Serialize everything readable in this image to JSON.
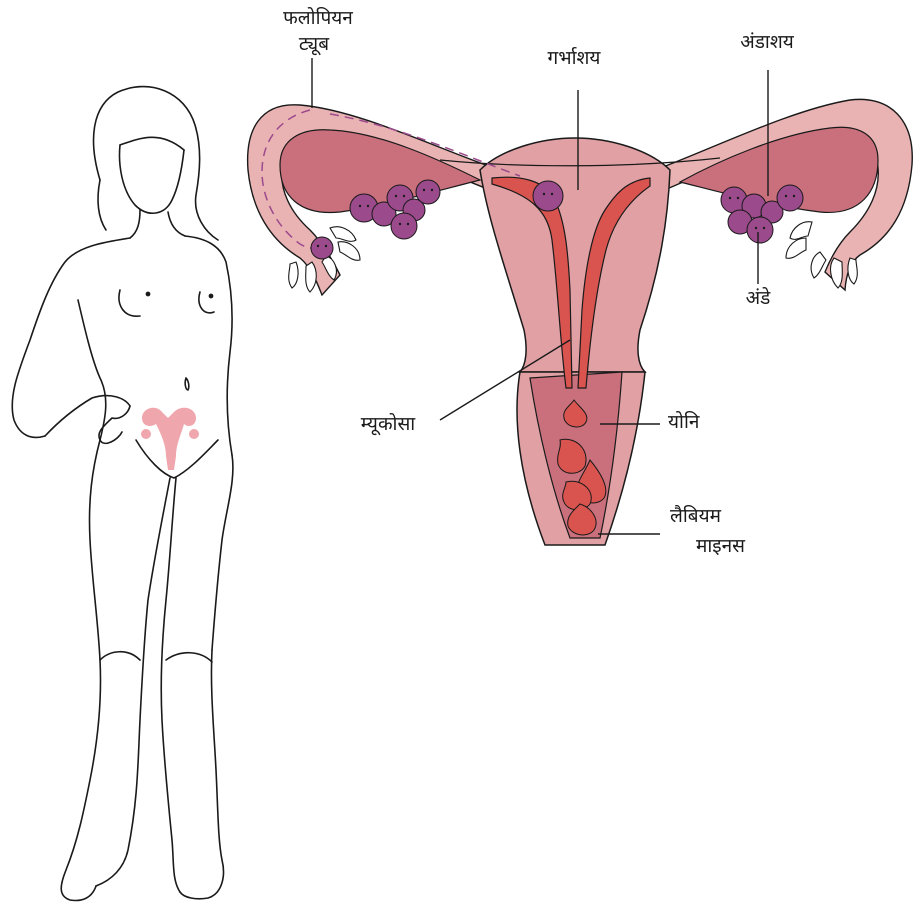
{
  "labels": {
    "fallopian_tube_line1": "फलोपियन",
    "fallopian_tube_line2": "ट्यूब",
    "uterus": "गर्भाशय",
    "ovary": "अंडाशय",
    "eggs": "अंडे",
    "mucosa": "म्यूकोसा",
    "vagina": "योनि",
    "labia_minus_line1": "लैबियम",
    "labia_minus_line2": "माइनस"
  },
  "colors": {
    "outline": "#1a1a1a",
    "tissue_light": "#eab3b3",
    "tissue_mid": "#e0a0a4",
    "tissue_dark": "#c9707c",
    "mucosa_red": "#d9534f",
    "egg_purple": "#9b4a8c",
    "body_icon_pink": "#f0a6ad"
  }
}
